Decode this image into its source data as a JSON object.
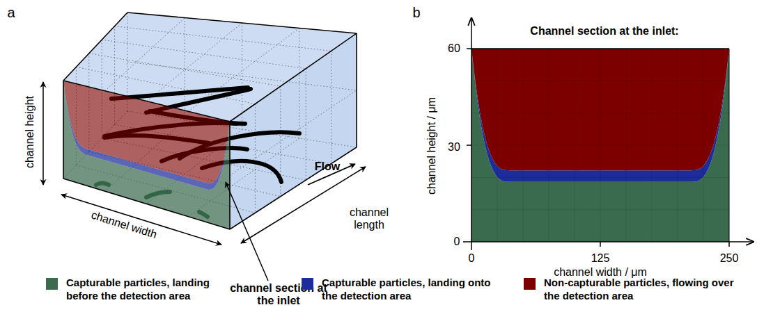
{
  "diagram": {
    "labels": [
      "a",
      "channel height",
      "channel width",
      "channel length",
      "Flow",
      "channel section at the inlet",
      "b",
      "Channel section at the inlet:",
      "60",
      "30",
      "0",
      "0",
      "125",
      "250",
      "channel height / μm",
      "channel width / μm"
    ],
    "legend": [
      {
        "text": "Capturable particles, landing before the detection area",
        "color": "#3b6b4f"
      },
      {
        "text": "Capturable particles, landing onto the detection area",
        "color": "#1c2c9a"
      },
      {
        "text": "Non-capturable particles, flowing over the detection area",
        "color": "#7d0000"
      }
    ]
  }
}
